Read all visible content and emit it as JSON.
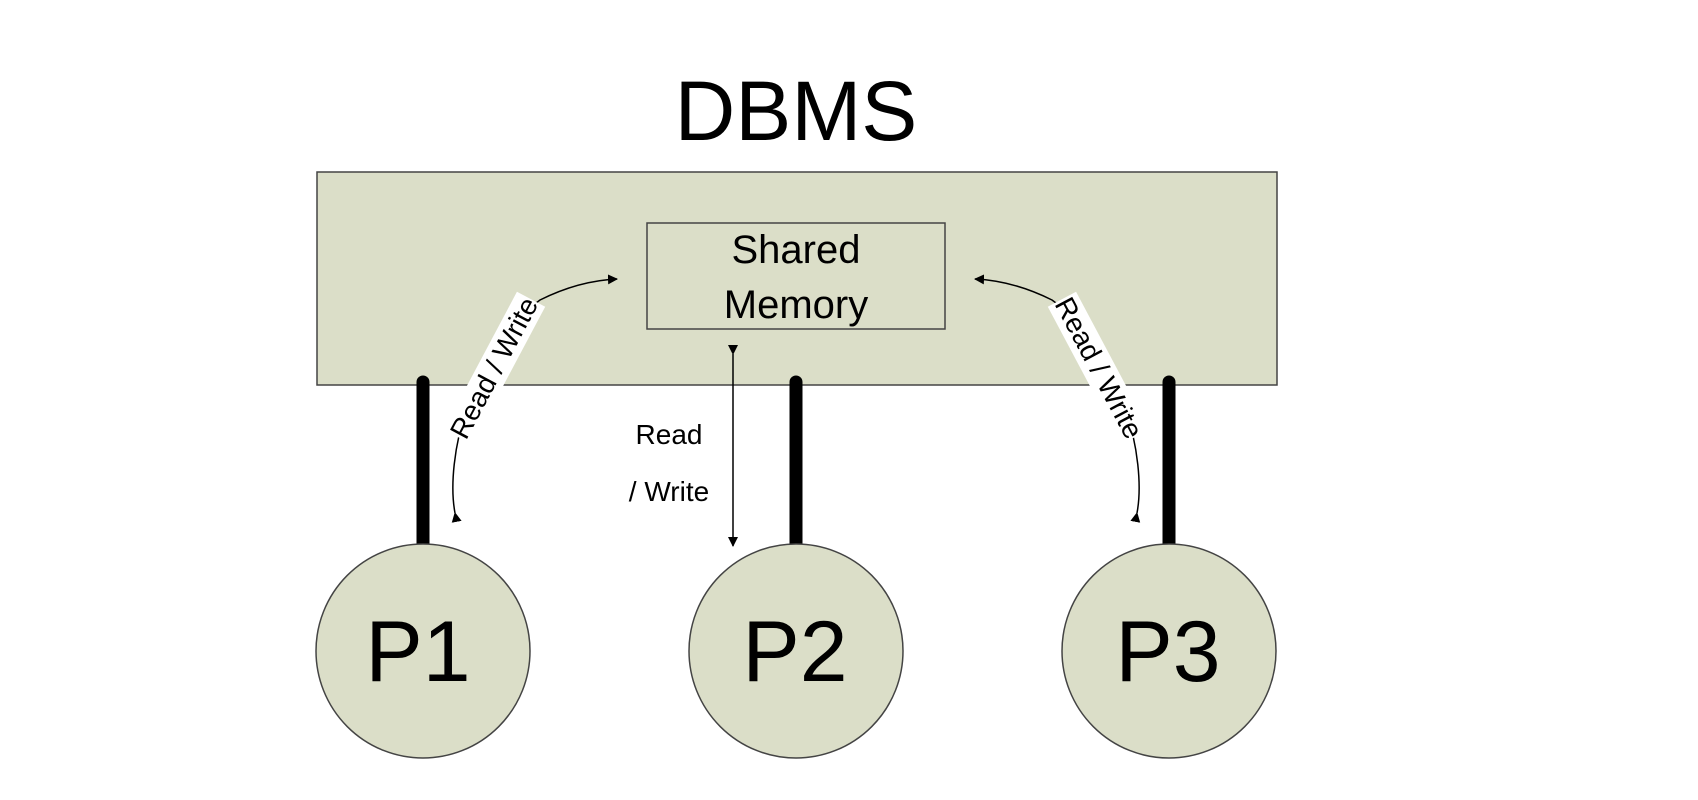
{
  "diagram": {
    "title": "DBMS",
    "container_fill": "#dbdec8",
    "memory": {
      "line1": "Shared",
      "line2": "Memory"
    },
    "processes": [
      "P1",
      "P2",
      "P3"
    ],
    "labels": {
      "left": "Read / Write",
      "center_line1": "Read",
      "center_line2": "/ Write",
      "right": "Read / Write"
    }
  }
}
